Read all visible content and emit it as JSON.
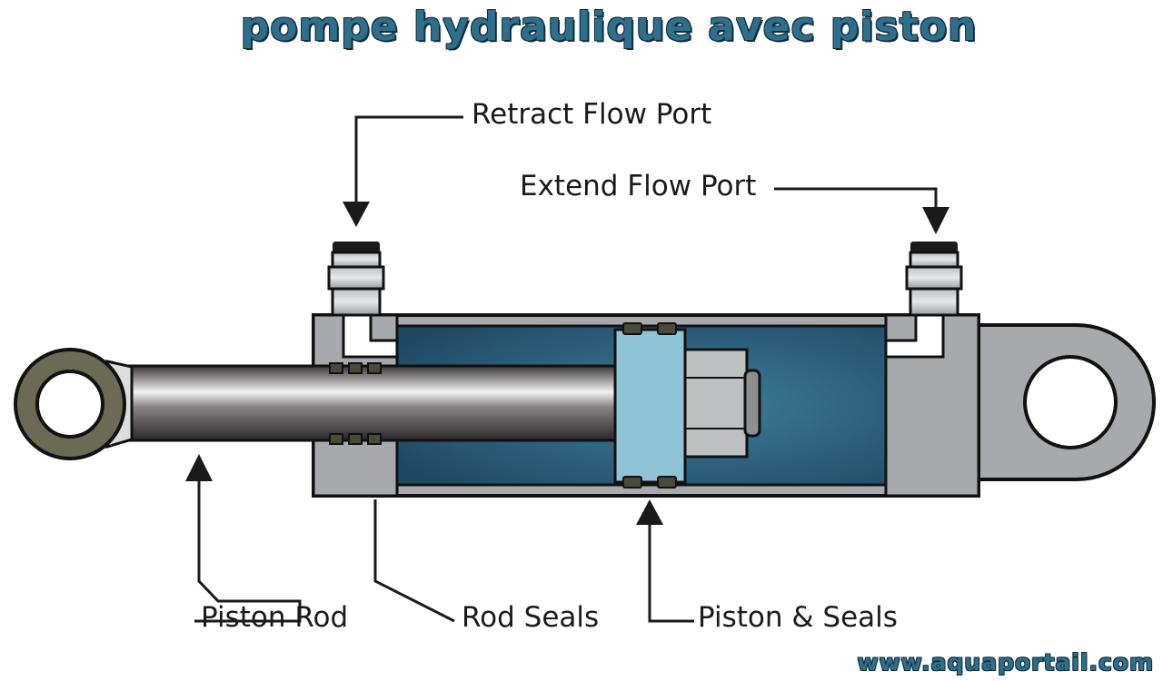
{
  "title": "pompe hydraulique avec piston",
  "labels": {
    "retract_flow_port": "Retract Flow Port",
    "extend_flow_port": "Extend Flow Port",
    "piston_rod": "Piston Rod",
    "rod_seals": "Rod Seals",
    "piston_and_seals": "Piston & Seals"
  },
  "website": "www.aquaportail.com",
  "colors": {
    "title": "#2f6f8c",
    "cylinder_fluid": "#2d5f7c",
    "piston": "#8fc3d6",
    "housing": "#a7a9ac",
    "rod": "#6b6669",
    "eye": "#6a6a55"
  }
}
